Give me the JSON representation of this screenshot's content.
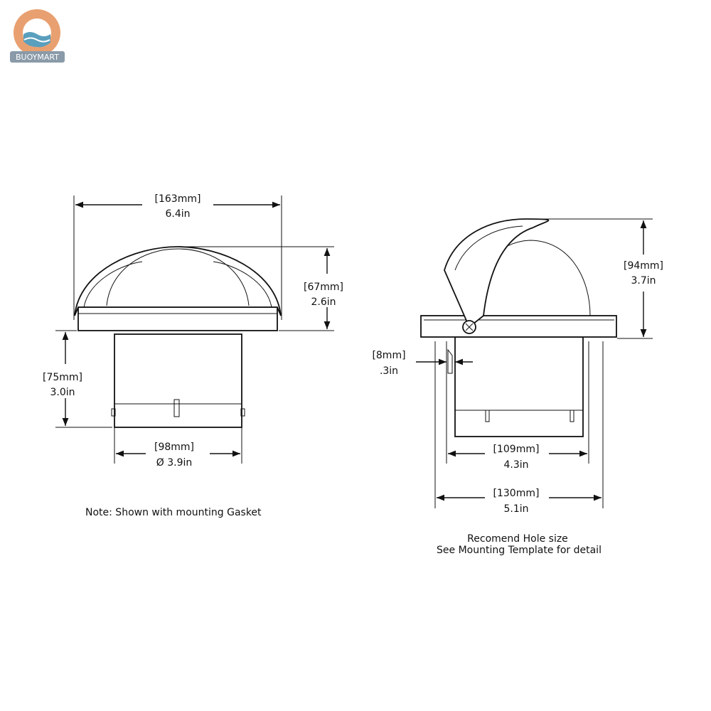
{
  "brand": {
    "name": "BUOYMART",
    "colors": {
      "ring": "#e9a071",
      "water": "#5a9fbd",
      "badge": "#8a9aa8"
    }
  },
  "left_view": {
    "width": {
      "mm": "[163mm]",
      "in": "6.4in"
    },
    "height_top": {
      "mm": "[67mm]",
      "in": "2.6in"
    },
    "height_bottom": {
      "mm": "[75mm]",
      "in": "3.0in"
    },
    "diameter": {
      "mm": "[98mm]",
      "in": "Ø 3.9in"
    },
    "note": "Note:  Shown with mounting Gasket"
  },
  "right_view": {
    "height": {
      "mm": "[94mm]",
      "in": "3.7in"
    },
    "flange": {
      "mm": "[8mm]",
      "in": ".3in"
    },
    "body_width": {
      "mm": "[109mm]",
      "in": "4.3in"
    },
    "hole_width": {
      "mm": "[130mm]",
      "in": "5.1in"
    },
    "note_line1": "Recomend Hole size",
    "note_line2": "See Mounting Template for detail"
  }
}
